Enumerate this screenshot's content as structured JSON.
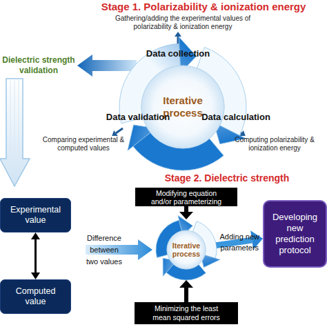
{
  "diagram": {
    "nodes": [
      {
        "text": [
          "Iterative process"
        ]
      },
      {
        "text": [
          "Modifying equation and/or parameterizing"
        ]
      },
      {
        "text": [
          "Experimental value"
        ]
      },
      {
        "text": [
          "Iterative process"
        ]
      },
      {
        "text": [
          "Developing new prediction protocol"
        ]
      },
      {
        "text": [
          "Computed value"
        ]
      },
      {
        "text": [
          "Minimizing the least mean squared errors"
        ]
      }
    ],
    "edges": [
      {
        "from": 1,
        "to": 3,
        "arrow": "to"
      },
      {
        "from": 6,
        "to": 3,
        "arrow": "to"
      },
      {
        "from": 2,
        "to": 5,
        "arrow": "both"
      },
      {
        "from": 3,
        "to": 4,
        "label": "Adding new parameters",
        "arrow": "to"
      }
    ],
    "labels": [
      "Stage 1. Polarizability & ionization energy",
      "Gathering/adding the experimental values of polarizability & ionization energy",
      "Data collection",
      "Data validation",
      "Data calculation",
      "Dielectric strength validation",
      "Comparing experimental & computed values",
      "Computing polarizability & ionization energy",
      "Stage 2. Dielectric strength",
      "Difference between two values"
    ]
  }
}
